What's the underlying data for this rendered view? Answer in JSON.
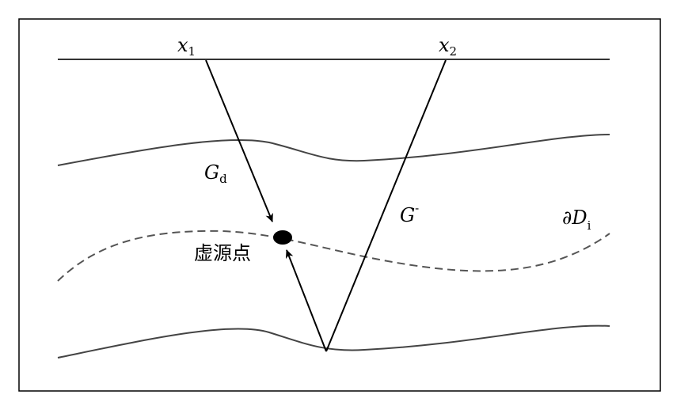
{
  "labels": {
    "receiver1": "x",
    "receiver1_sub": "1",
    "receiver2": "x",
    "receiver2_sub": "2",
    "downgoing_green": "G",
    "downgoing_sub": "d",
    "upgoing_green": "G",
    "upgoing_sup": "-",
    "boundary": "∂D",
    "boundary_sub": "i",
    "virtual_source": "虚源点"
  }
}
